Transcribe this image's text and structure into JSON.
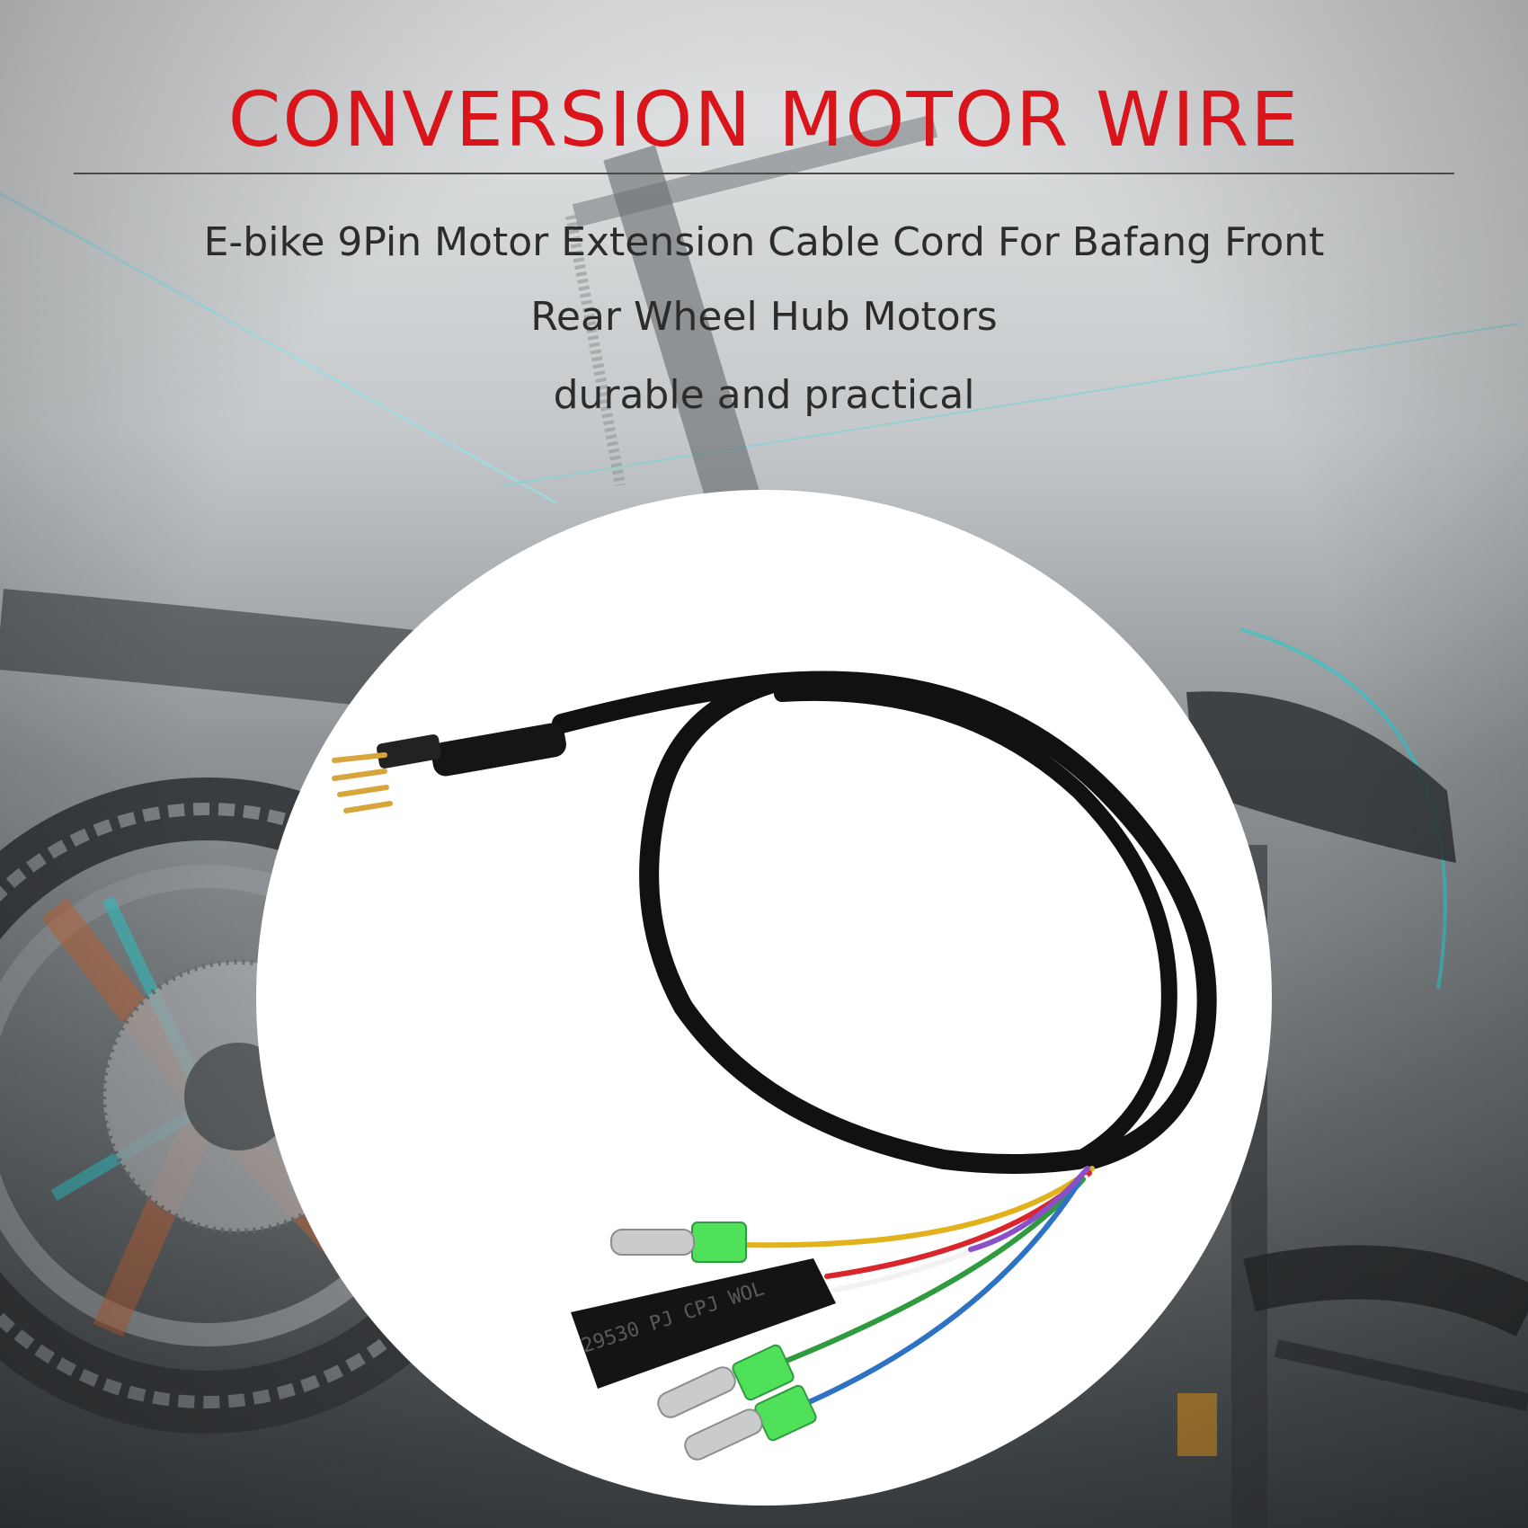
{
  "banner": {
    "title": "CONVERSION MOTOR WIRE",
    "subtitle_line1": "E-bike 9Pin Motor Extension Cable Cord For Bafang Front",
    "subtitle_line2": "Rear Wheel Hub Motors",
    "subtitle_line3": "durable and practical"
  },
  "product": {
    "sleeve_print": "29530 PJ CPJ WOL",
    "wire_colors": {
      "yellow": "#e1b21c",
      "green": "#2f9a3e",
      "blue": "#2e72c4",
      "red": "#d8262c",
      "white": "#f2f2f2",
      "connector_green": "#4fe15a",
      "pin_gold": "#d6a53c"
    }
  },
  "colors": {
    "title_red": "#d9141b",
    "text_dark": "#2c2c2c",
    "accent_teal": "#35c6c8"
  }
}
